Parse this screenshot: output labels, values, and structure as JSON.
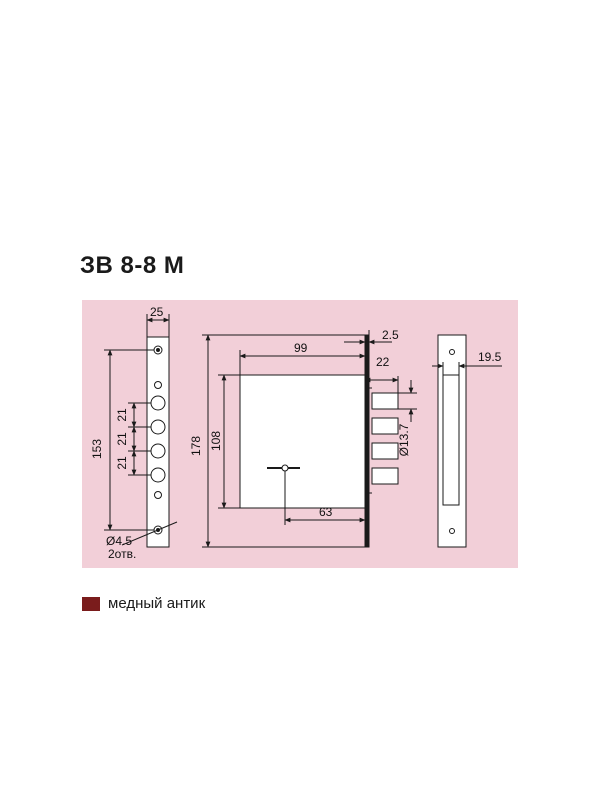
{
  "title": "ЗВ 8-8 М",
  "colors": {
    "panel_bg": "#f2cfd8",
    "line": "#1a1a1a",
    "plate_fill": "#ffffff",
    "swatch": "#7a1c1c"
  },
  "dimensions": {
    "faceplate_width": "25",
    "faceplate_height": "153",
    "spacing_1": "21",
    "spacing_2": "21",
    "spacing_3": "21",
    "hole_diameter": "Ø4.5",
    "hole_count": "2отв.",
    "total_height": "178",
    "body_height": "108",
    "body_width": "99",
    "backset": "63",
    "plate_thickness": "2.5",
    "bolt_projection": "22",
    "bolt_diameter": "Ø13.7",
    "strike_offset": "19.5"
  },
  "legend": {
    "label": "медный антик",
    "icon": "color-swatch-icon"
  }
}
